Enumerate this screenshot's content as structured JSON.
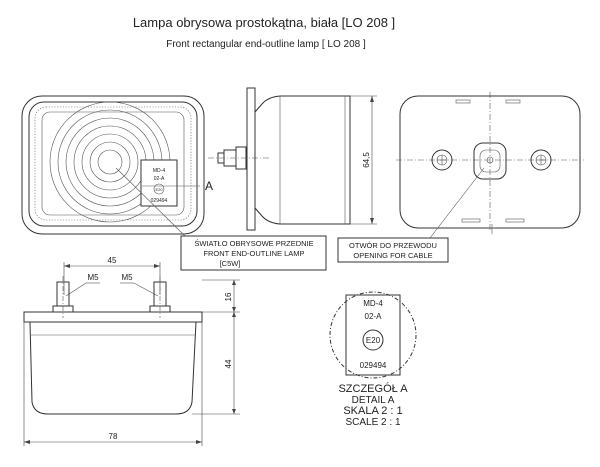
{
  "title": {
    "pl": "Lampa obrysowa prostokątna, biała [LO 208 ]",
    "en": "Front rectangular end-outline lamp [ LO 208 ]"
  },
  "front_view": {
    "marking": [
      "MD-4",
      "02-A"
    ],
    "approval_code": "E20",
    "approval_number": "029494",
    "detail_letter": "A"
  },
  "side_view": {
    "height_dim": "64,5"
  },
  "labels": {
    "lamp_box": [
      "ŚWIATŁO OBRYSOWE PRZEDNIE",
      "FRONT END-OUTLINE LAMP",
      "[C5W]"
    ],
    "cable_box": [
      "OTWÓR DO PRZEWODU",
      "OPENING FOR CABLE"
    ]
  },
  "bottom_view": {
    "dim_45": "45",
    "stud_left": "M5",
    "stud_right": "M5",
    "dim_16": "16",
    "dim_44": "44",
    "dim_78": "78"
  },
  "detail": {
    "marking": [
      "MD-4",
      "02-A"
    ],
    "approval_code": "E20",
    "approval_number": "029494",
    "caption": [
      "SZCZEGÓŁ A",
      "DETAIL A",
      "SKALA 2 : 1",
      "SCALE 2 : 1"
    ]
  }
}
